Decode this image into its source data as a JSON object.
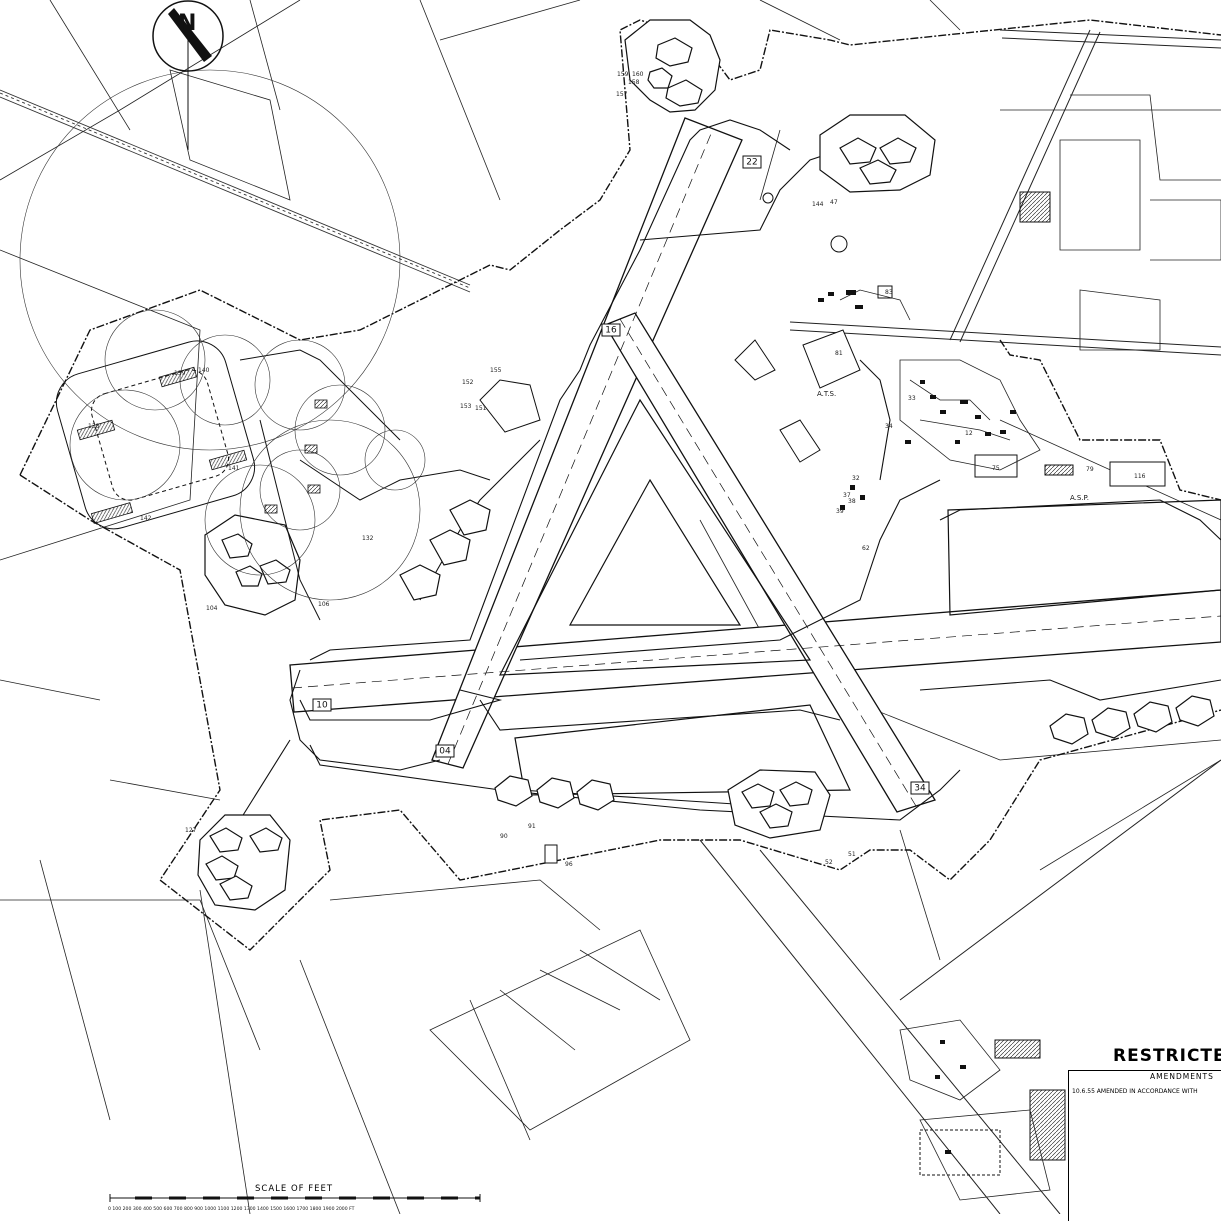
{
  "runway_labels": {
    "r22": "22",
    "r16": "16",
    "r10": "10",
    "r04": "04",
    "r34": "34"
  },
  "area_labels": {
    "ats": "A.T.S.",
    "asp": "A.S.P."
  },
  "buildings": [
    "159",
    "160",
    "158",
    "157",
    "144",
    "47",
    "155",
    "151",
    "152",
    "153",
    "116",
    "75",
    "79",
    "81",
    "83",
    "138",
    "139",
    "140",
    "141",
    "142",
    "32",
    "37",
    "38",
    "39",
    "91",
    "90",
    "96",
    "104",
    "106",
    "127",
    "132",
    "52",
    "51",
    "34",
    "33",
    "62",
    "12"
  ],
  "scale": {
    "title": "SCALE OF FEET",
    "ticks": "0 100 200 300 400 500 600 700 800 900 1000 1100 1200 1300 1400 1500 1600 1700 1800 1900 2000 FT"
  },
  "stamp": "RESTRICTED",
  "amendments": {
    "title": "AMENDMENTS",
    "row1": "10.6.55  AMENDED IN ACCORDANCE WITH"
  },
  "north_arrow": "N",
  "colors": {
    "ink": "#111111",
    "paper": "#ffffff"
  }
}
